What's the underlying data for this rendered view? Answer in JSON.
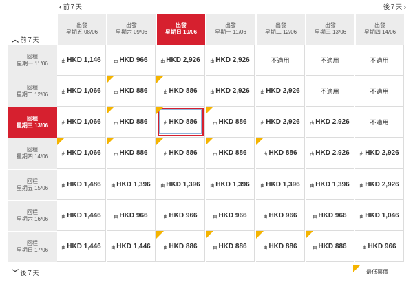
{
  "nav": {
    "top_prev": "前７天",
    "top_next": "後７天",
    "side_prev": "前７天",
    "side_next": "後７天"
  },
  "outbound": [
    {
      "label": "出發",
      "date": "星期五 08/06"
    },
    {
      "label": "出發",
      "date": "星期六 09/06"
    },
    {
      "label": "出發",
      "date": "星期日 10/06"
    },
    {
      "label": "出發",
      "date": "星期一 11/06"
    },
    {
      "label": "出發",
      "date": "星期二 12/06"
    },
    {
      "label": "出發",
      "date": "星期三 13/06"
    },
    {
      "label": "出發",
      "date": "星期四 14/06"
    }
  ],
  "return": [
    {
      "label": "回程",
      "date": "星期一 11/06"
    },
    {
      "label": "回程",
      "date": "星期二 12/06"
    },
    {
      "label": "回程",
      "date": "星期三 13/06"
    },
    {
      "label": "回程",
      "date": "星期四 14/06"
    },
    {
      "label": "回程",
      "date": "星期五 15/06"
    },
    {
      "label": "回程",
      "date": "星期六 16/06"
    },
    {
      "label": "回程",
      "date": "星期日 17/06"
    }
  ],
  "selected_outbound_index": 2,
  "selected_return_index": 2,
  "from_prefix": "由",
  "not_applicable": "不適用",
  "grid": [
    [
      {
        "p": "HKD 1,146",
        "l": false
      },
      {
        "p": "HKD 966",
        "l": false
      },
      {
        "p": "HKD 2,926",
        "l": false
      },
      {
        "p": "HKD 2,926",
        "l": false
      },
      {
        "p": null,
        "l": false
      },
      {
        "p": null,
        "l": false
      },
      {
        "p": null,
        "l": false
      }
    ],
    [
      {
        "p": "HKD 1,066",
        "l": false
      },
      {
        "p": "HKD 886",
        "l": true
      },
      {
        "p": "HKD 886",
        "l": true
      },
      {
        "p": "HKD 2,926",
        "l": false
      },
      {
        "p": "HKD 2,926",
        "l": false
      },
      {
        "p": null,
        "l": false
      },
      {
        "p": null,
        "l": false
      }
    ],
    [
      {
        "p": "HKD 1,066",
        "l": false
      },
      {
        "p": "HKD 886",
        "l": true
      },
      {
        "p": "HKD 886",
        "l": true
      },
      {
        "p": "HKD 886",
        "l": true
      },
      {
        "p": "HKD 2,926",
        "l": false
      },
      {
        "p": "HKD 2,926",
        "l": false
      },
      {
        "p": null,
        "l": false
      }
    ],
    [
      {
        "p": "HKD 1,066",
        "l": true
      },
      {
        "p": "HKD 886",
        "l": true
      },
      {
        "p": "HKD 886",
        "l": true
      },
      {
        "p": "HKD 886",
        "l": true
      },
      {
        "p": "HKD 886",
        "l": true
      },
      {
        "p": "HKD 2,926",
        "l": false
      },
      {
        "p": "HKD 2,926",
        "l": false
      }
    ],
    [
      {
        "p": "HKD 1,486",
        "l": false
      },
      {
        "p": "HKD 1,396",
        "l": false
      },
      {
        "p": "HKD 1,396",
        "l": false
      },
      {
        "p": "HKD 1,396",
        "l": false
      },
      {
        "p": "HKD 1,396",
        "l": false
      },
      {
        "p": "HKD 1,396",
        "l": false
      },
      {
        "p": "HKD 2,926",
        "l": false
      }
    ],
    [
      {
        "p": "HKD 1,446",
        "l": false
      },
      {
        "p": "HKD 966",
        "l": false
      },
      {
        "p": "HKD 966",
        "l": false
      },
      {
        "p": "HKD 966",
        "l": false
      },
      {
        "p": "HKD 966",
        "l": false
      },
      {
        "p": "HKD 966",
        "l": false
      },
      {
        "p": "HKD 1,046",
        "l": false
      }
    ],
    [
      {
        "p": "HKD 1,446",
        "l": false
      },
      {
        "p": "HKD 1,446",
        "l": false
      },
      {
        "p": "HKD 886",
        "l": true
      },
      {
        "p": "HKD 886",
        "l": true
      },
      {
        "p": "HKD 886",
        "l": true
      },
      {
        "p": "HKD 886",
        "l": true
      },
      {
        "p": "HKD 966",
        "l": false
      }
    ]
  ],
  "legend": {
    "label": "最低票價",
    "color": "#f5b400"
  },
  "colors": {
    "accent": "#d6202f",
    "lowest_fare": "#f5b400",
    "header_bg": "#ececec"
  }
}
